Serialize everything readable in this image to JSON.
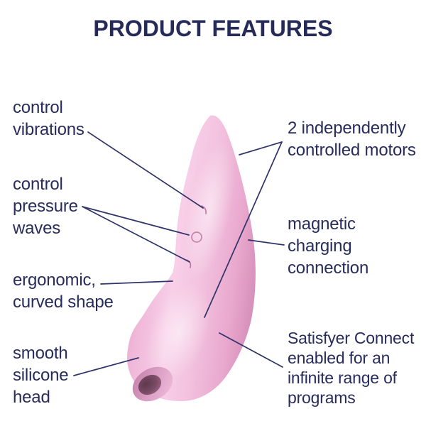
{
  "title": {
    "text": "PRODUCT FEATURES"
  },
  "labels": {
    "left": [
      {
        "name": "control-vibrations",
        "text": "control\nvibrations"
      },
      {
        "name": "control-pressure-waves",
        "text": "control\npressure\nwaves"
      },
      {
        "name": "ergonomic-curved-shape",
        "text": "ergonomic,\ncurved shape"
      },
      {
        "name": "smooth-silicone-head",
        "text": "smooth\nsilicone\nhead"
      }
    ],
    "right": [
      {
        "name": "independently-controlled-motors",
        "text": "2 independently\ncontrolled motors"
      },
      {
        "name": "magnetic-charging-connection",
        "text": "magnetic\ncharging\nconnection"
      },
      {
        "name": "satisfyer-connect",
        "text": "Satisfyer Connect\nenabled for an\ninfinite range of\nprograms"
      }
    ]
  },
  "device": {
    "description": "pink curved silicone massager with suction head opening and control buttons"
  },
  "colors": {
    "text_navy": "#272c5c",
    "title_navy": "#252a58",
    "callout_line": "#2f3468",
    "device_pink_light": "#f8cfe8",
    "device_pink_mid": "#f3c2df",
    "device_pink_edge": "#d690ba",
    "opening_dark": "#6d4257",
    "background": "#ffffff"
  }
}
